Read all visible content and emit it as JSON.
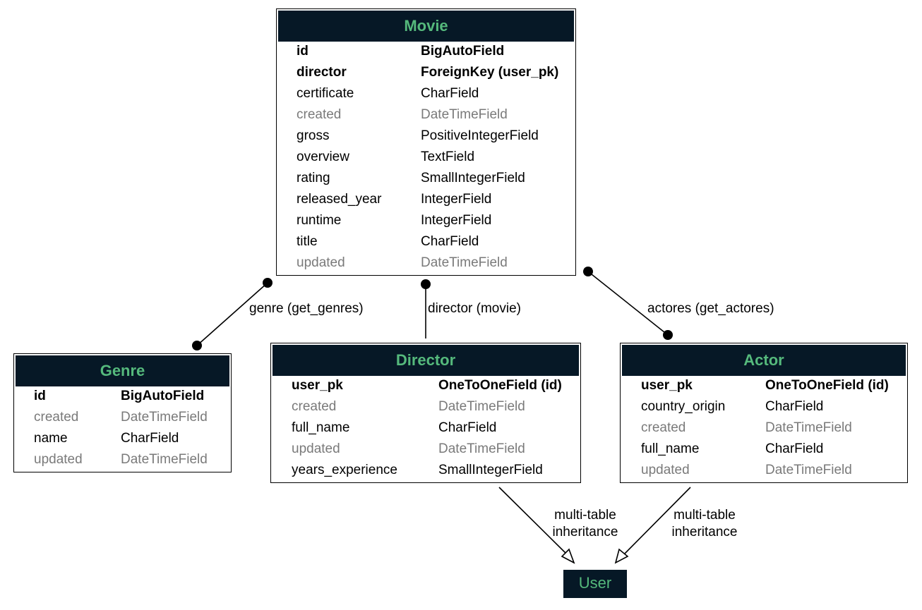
{
  "colors": {
    "header_bg": "#061826",
    "header_text": "#55b97c",
    "muted_text": "#7a7a7a"
  },
  "models": {
    "movie": {
      "name": "Movie",
      "fields": [
        {
          "name": "id",
          "type": "BigAutoField",
          "style": "pk"
        },
        {
          "name": "director",
          "type": "ForeignKey (user_pk)",
          "style": "pk"
        },
        {
          "name": "certificate",
          "type": "CharField",
          "style": "normal"
        },
        {
          "name": "created",
          "type": "DateTimeField",
          "style": "muted"
        },
        {
          "name": "gross",
          "type": "PositiveIntegerField",
          "style": "normal"
        },
        {
          "name": "overview",
          "type": "TextField",
          "style": "normal"
        },
        {
          "name": "rating",
          "type": "SmallIntegerField",
          "style": "normal"
        },
        {
          "name": "released_year",
          "type": "IntegerField",
          "style": "normal"
        },
        {
          "name": "runtime",
          "type": "IntegerField",
          "style": "normal"
        },
        {
          "name": "title",
          "type": "CharField",
          "style": "normal"
        },
        {
          "name": "updated",
          "type": "DateTimeField",
          "style": "muted"
        }
      ]
    },
    "genre": {
      "name": "Genre",
      "fields": [
        {
          "name": "id",
          "type": "BigAutoField",
          "style": "pk"
        },
        {
          "name": "created",
          "type": "DateTimeField",
          "style": "muted"
        },
        {
          "name": "name",
          "type": "CharField",
          "style": "normal"
        },
        {
          "name": "updated",
          "type": "DateTimeField",
          "style": "muted"
        }
      ]
    },
    "director": {
      "name": "Director",
      "fields": [
        {
          "name": "user_pk",
          "type": "OneToOneField (id)",
          "style": "pk"
        },
        {
          "name": "created",
          "type": "DateTimeField",
          "style": "muted"
        },
        {
          "name": "full_name",
          "type": "CharField",
          "style": "normal"
        },
        {
          "name": "updated",
          "type": "DateTimeField",
          "style": "muted"
        },
        {
          "name": "years_experience",
          "type": "SmallIntegerField",
          "style": "normal"
        }
      ]
    },
    "actor": {
      "name": "Actor",
      "fields": [
        {
          "name": "user_pk",
          "type": "OneToOneField (id)",
          "style": "pk"
        },
        {
          "name": "country_origin",
          "type": "CharField",
          "style": "normal"
        },
        {
          "name": "created",
          "type": "DateTimeField",
          "style": "muted"
        },
        {
          "name": "full_name",
          "type": "CharField",
          "style": "normal"
        },
        {
          "name": "updated",
          "type": "DateTimeField",
          "style": "muted"
        }
      ]
    },
    "user": {
      "name": "User"
    }
  },
  "relations": {
    "genre": "genre (get_genres)",
    "director": "director (movie)",
    "actores": "actores (get_actores)",
    "inherit_director": "multi-table\ninheritance",
    "inherit_actor": "multi-table\ninheritance"
  }
}
